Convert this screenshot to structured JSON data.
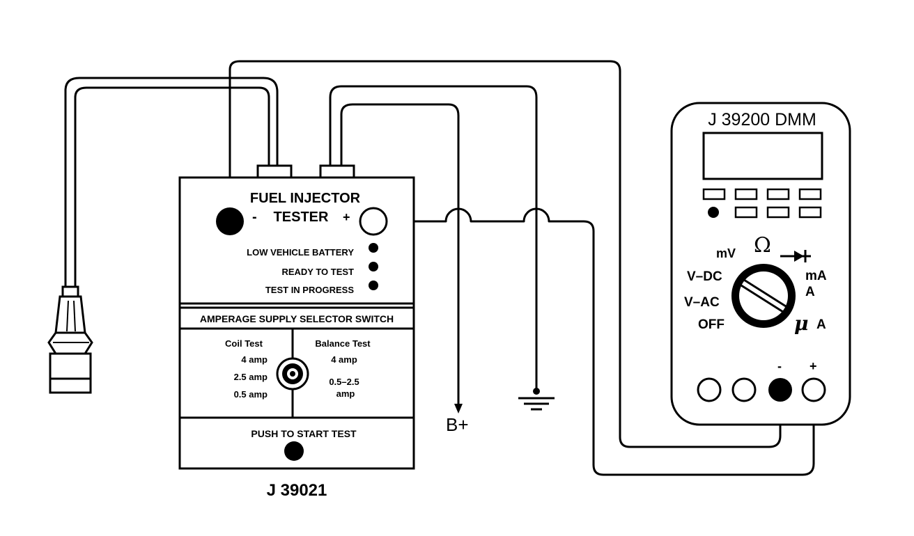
{
  "tester": {
    "title_line1": "FUEL INJECTOR",
    "title_line2": "TESTER",
    "minus_sign": "-",
    "plus_sign": "+",
    "indicators": [
      "LOW VEHICLE BATTERY",
      "READY TO TEST",
      "TEST IN PROGRESS"
    ],
    "selector_header": "AMPERAGE SUPPLY SELECTOR SWITCH",
    "coil_test": {
      "title": "Coil Test",
      "options": [
        "4 amp",
        "2.5 amp",
        "0.5 amp"
      ]
    },
    "balance_test": {
      "title": "Balance Test",
      "options": [
        "4 amp",
        "0.5–2.5",
        "amp"
      ]
    },
    "push_label": "PUSH TO START TEST",
    "model": "J 39021"
  },
  "supply": {
    "label": "B+"
  },
  "dmm": {
    "title": "J 39200 DMM",
    "dial": {
      "mv": "mV",
      "ohm": "Ω",
      "vdc": "V–DC",
      "vac": "V–AC",
      "off": "OFF",
      "ma": "mA",
      "a": "A",
      "mu": "μ",
      "ua_a": "A"
    },
    "minus_sign": "-",
    "plus_sign": "+"
  }
}
